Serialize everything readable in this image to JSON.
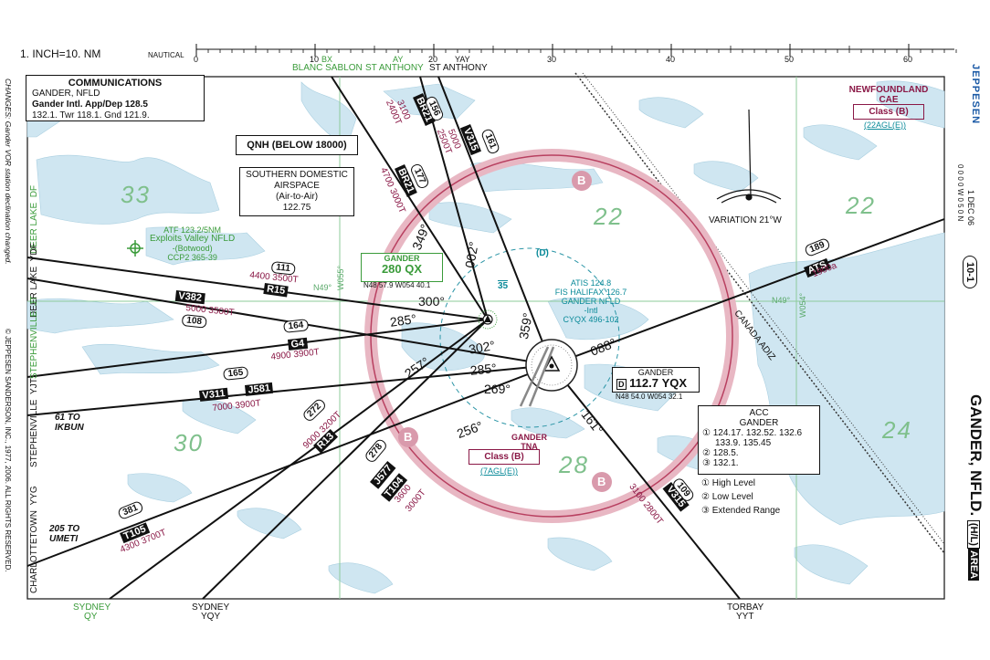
{
  "scale": {
    "label": "1. INCH=10. NM",
    "unit": "NAUTICAL",
    "ticks": [
      "0",
      "10",
      "20",
      "30",
      "40",
      "50",
      "60"
    ]
  },
  "communications": {
    "title": "COMMUNICATIONS",
    "location": "GANDER, NFLD",
    "line1": "Gander Intl. App/Dep 128.5",
    "line2": "132.1. Twr 118.1. Gnd 121.9."
  },
  "qnh": "QNH (BELOW 18000)",
  "southern_airspace": {
    "l1": "SOUTHERN DOMESTIC",
    "l2": "AIRSPACE",
    "l3": "(Air-to-Air)",
    "l4": "122.75"
  },
  "exploits": {
    "l1": "ATF 123.2/5NM",
    "l2": "Exploits Valley NFLD",
    "l3": "-(Botwood)",
    "l4": "CCP2 365-39"
  },
  "gander_ndb": {
    "name": "GANDER",
    "freq": "280",
    "ident": "QX",
    "coords": "N48 57.9 W054 40.1"
  },
  "airport": {
    "atis": "ATIS 124.8",
    "fis": "FIS HALIFAX 126.7",
    "name": "GANDER NFLD",
    "intl": "-Intl",
    "code": "CYQX 496-102",
    "elev": "35",
    "d": "(D)"
  },
  "vor": {
    "name": "GANDER",
    "d": "D",
    "freq": "112.7",
    "ident": "YQX",
    "coords": "N48 54.0 W054 32.1"
  },
  "tna": {
    "l1": "GANDER",
    "l2": "TNA",
    "class": "Class (B)",
    "agl": "(7AGL(E))"
  },
  "cae": {
    "l1": "NEWFOUNDLAND",
    "l2": "CAE",
    "class": "Class (B)",
    "agl": "(22AGL(E))"
  },
  "acc": {
    "title": "ACC",
    "sub": "GANDER",
    "f1": "① 124.17. 132.52. 132.6",
    "f1b": "133.9. 135.45",
    "f2": "② 128.5.",
    "f3": "③ 132.1."
  },
  "legend": {
    "l1": "① High Level",
    "l2": "② Low Level",
    "l3": "③ Extended Range"
  },
  "variation": "VARIATION 21°W",
  "adiz": "CANADA ADIZ",
  "top_fixes": {
    "bx": "BX",
    "blanc": "BLANC SABLON",
    "ay": "AY",
    "stant1": "ST ANTHONY",
    "yay": "YAY",
    "stant2": "ST ANTHONY"
  },
  "bottom_fixes": {
    "sydney1": "SYDNEY",
    "qy": "QY",
    "sydney2": "SYDNEY",
    "yqy": "YQY",
    "torbay": "TORBAY",
    "yyt": "YYT"
  },
  "left_fixes": {
    "deerlake1": "DEER LAKE",
    "df": "DF",
    "deerlake2": "DEER LAKE",
    "ydf": "YDF",
    "steph1": "STEPHENVILLE",
    "jt": "JT",
    "steph2": "STEPHENVILLE",
    "yjt": "YJT",
    "charl": "CHARLOTTETOWN",
    "yyg": "YYG"
  },
  "to_notes": {
    "ikbun1": "61 TO",
    "ikbun2": "IKBUN",
    "umeti1": "205 TO",
    "umeti2": "UMETI"
  },
  "grid_mora": {
    "g33": "33",
    "g22a": "22",
    "g22b": "22",
    "g30": "30",
    "g28": "28",
    "g24": "24"
  },
  "lat_labels": {
    "n49a": "N49°",
    "n49b": "N49°",
    "w055": "W055°",
    "w054": "W054°"
  },
  "route_labels": {
    "br21a": "BR21",
    "br21b": "BR21",
    "v315a": "V315",
    "v315b": "V315",
    "v382": "V382",
    "r15": "R15",
    "g4": "G4",
    "v311": "V311",
    "j581": "J581",
    "r13": "R13",
    "j577": "J577",
    "t104": "T104",
    "t105": "T105",
    "ats": "ATS"
  },
  "mea": {
    "m156": "156",
    "m161": "161",
    "m177": "177",
    "m111": "111",
    "m108": "108",
    "m164": "164",
    "m165": "165",
    "m272": "272",
    "m278": "278",
    "m381": "381",
    "m109": "109",
    "m189": "189",
    "a1": "3100",
    "a1b": "2400T",
    "a2": "5000",
    "a2b": "2500T",
    "a3": "4700 3000T",
    "a4": "4400 3500T",
    "a5": "5000 3500T",
    "a6": "4900 3900T",
    "a7": "7000 3900T",
    "a8": "9000 3200T",
    "a9": "3600",
    "a9b": "3000T",
    "a10": "4300 3700T",
    "a11": "3100 2800T",
    "a12": "1900a"
  },
  "bearings": {
    "b349": "349°",
    "b002": "002°",
    "b359": "359°",
    "b300": "300°",
    "b285a": "285°",
    "b257": "257°",
    "b302": "302°",
    "b285b": "285°",
    "b269": "269°",
    "b256": "256°",
    "b088": "088°",
    "b161": "161°"
  },
  "b_markers": [
    "B",
    "B",
    "B"
  ],
  "side_right": {
    "jeppesen": "JEPPESEN",
    "date": "1 DEC 06",
    "page": "10-1",
    "coord": "0 0 0 0 W 0 5 0 N",
    "title": "GANDER, NFLD.",
    "suffix": "(H/L)",
    "area": "AREA"
  },
  "side_left": {
    "changes": "CHANGES: Gander VOR station declination changed.",
    "copyright": "© JEPPESEN SANDERSON, INC., 1977, 2006. ALL RIGHTS RESERVED."
  },
  "colors": {
    "water": "#cfe6f1",
    "grid": "#8ecb9a",
    "class_b": "#c0405e",
    "navaid": "#0a8a99",
    "mea": "#8a1846",
    "green": "#3a9b3a"
  }
}
